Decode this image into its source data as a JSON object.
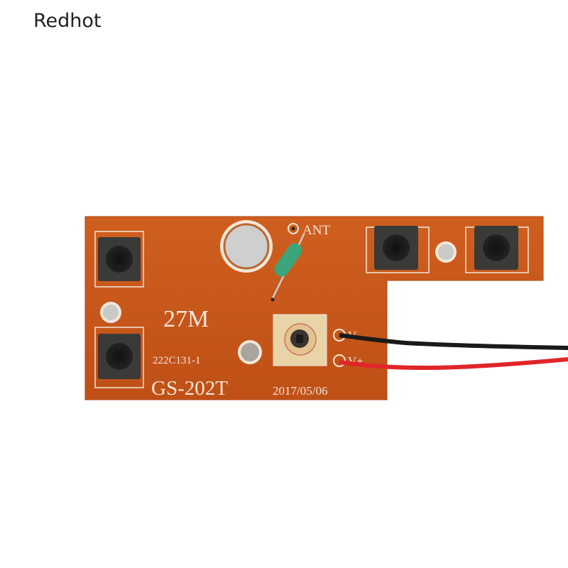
{
  "brand": {
    "name": "Redhot"
  },
  "pcb": {
    "frequency_label": "27M",
    "part_code": "222C131-1",
    "model": "GS-202T",
    "date": "2017/05/06",
    "antenna_label": "ANT",
    "pin_minus": "V-",
    "pin_plus": "V+",
    "colors": {
      "board": "#c8581a",
      "silkscreen": "#f3e6d8",
      "button": "#2a2a2a",
      "inductor": "#3aa57a",
      "wire_black": "#1a1a1a",
      "wire_red": "#e0262a"
    }
  }
}
